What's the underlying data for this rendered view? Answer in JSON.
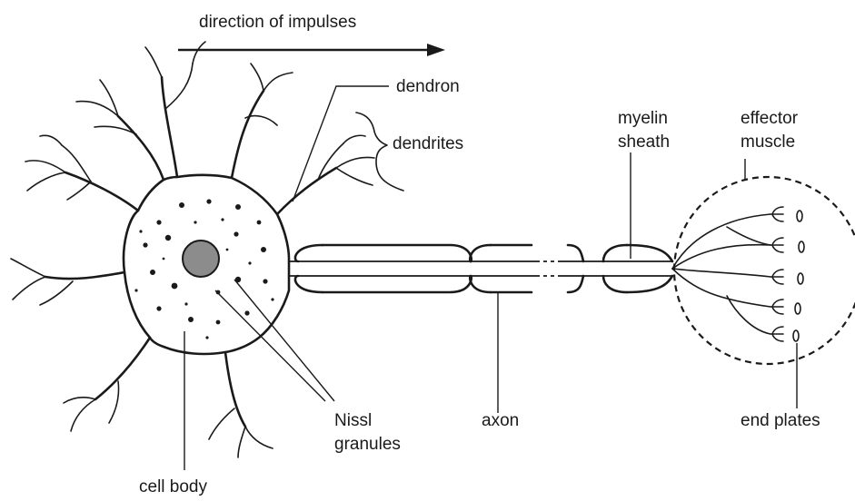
{
  "diagram": {
    "labels": {
      "direction": "direction of impulses",
      "dendron": "dendron",
      "dendrites": "dendrites",
      "myelin_line1": "myelin",
      "myelin_line2": "sheath",
      "effector_line1": "effector",
      "effector_line2": "muscle",
      "nissl_line1": "Nissl",
      "nissl_line2": "granules",
      "axon": "axon",
      "end_plates": "end plates",
      "cell_body": "cell body"
    },
    "colors": {
      "ink": "#1a1a1a",
      "nucleus": "#8c8c8c",
      "background": "#ffffff"
    }
  }
}
